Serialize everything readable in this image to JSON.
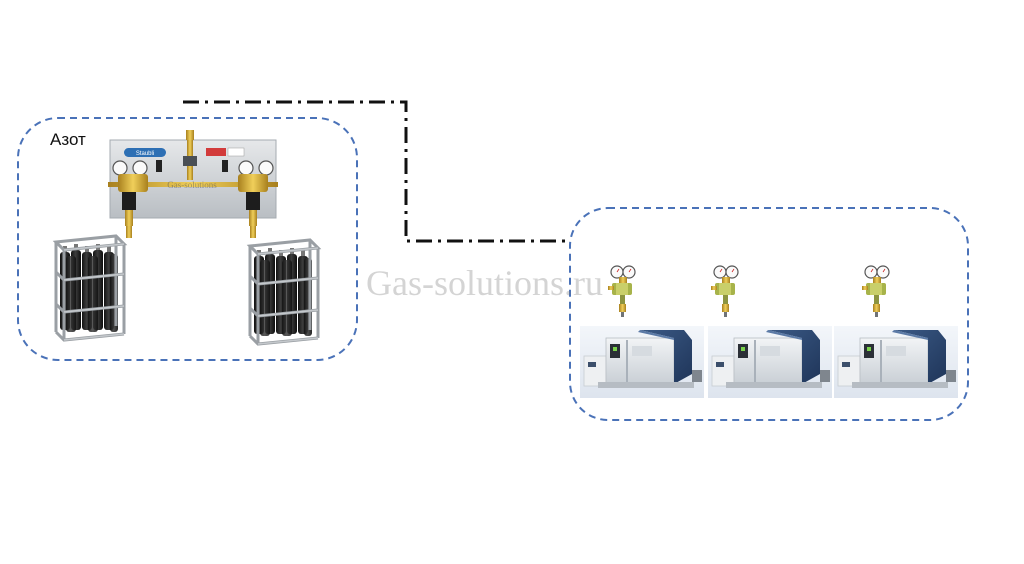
{
  "source_group": {
    "label": "Азот",
    "border_color": "#4a72b8"
  },
  "consumer_group": {
    "border_color": "#4a72b8",
    "consumer_count": 3
  },
  "connection_line": {
    "style": "dash-dot",
    "color": "#111111"
  },
  "panel": {
    "brand_badge": "Staubli",
    "watermark": "Gas-solutions"
  },
  "watermark": "Gas-solutions.ru",
  "icons": {
    "manifold": "gas-manifold-panel-icon",
    "cylinder_bundle": "cylinder-bundle-icon",
    "regulator": "pressure-regulator-icon",
    "machine": "laser-cutting-machine-icon"
  }
}
